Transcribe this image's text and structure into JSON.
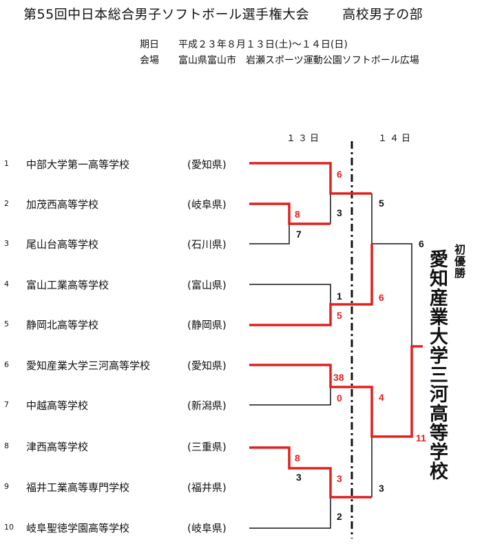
{
  "header": {
    "title": "第55回中日本総合男子ソフトボール選手権大会",
    "division": "高校男子の部",
    "date_label": "期日",
    "date_value": "平成２３年８月１３日(土)～１４日(日)",
    "venue_label": "会場",
    "venue_value": "富山県富山市　岩瀬スポーツ運動公園ソフトボール広場"
  },
  "days": {
    "day1": "１３日",
    "day2": "１４日"
  },
  "teams": [
    {
      "no": "1",
      "name": "中部大学第一高等学校",
      "pref": "(愛知県)"
    },
    {
      "no": "2",
      "name": "加茂西高等学校",
      "pref": "(岐阜県)"
    },
    {
      "no": "3",
      "name": "尾山台高等学校",
      "pref": "(石川県)"
    },
    {
      "no": "4",
      "name": "富山工業高等学校",
      "pref": "(富山県)"
    },
    {
      "no": "5",
      "name": "静岡北高等学校",
      "pref": "(静岡県)"
    },
    {
      "no": "6",
      "name": "愛知産業大学三河高等学校",
      "pref": "(愛知県)"
    },
    {
      "no": "7",
      "name": "中越高等学校",
      "pref": "(新潟県)"
    },
    {
      "no": "8",
      "name": "津西高等学校",
      "pref": "(三重県)"
    },
    {
      "no": "9",
      "name": "福井工業高等専門学校",
      "pref": "(福井県)"
    },
    {
      "no": "10",
      "name": "岐阜聖徳学園高等学校",
      "pref": "(岐阜県)"
    }
  ],
  "scores": {
    "r1_a_w": "8",
    "r1_a_l": "7",
    "r1_b_w": "8",
    "r1_b_l": "3",
    "r2_a_w": "6",
    "r2_a_l": "3",
    "r2_b_w": "5",
    "r2_b_l": "1",
    "r2_c_w": "38",
    "r2_c_l": "0",
    "r2_d_w": "3",
    "r2_d_l": "2",
    "sf_a_w": "6",
    "sf_a_l": "5",
    "sf_b_w": "4",
    "sf_b_l": "3",
    "final_w": "11",
    "final_l": "6"
  },
  "champion": {
    "label": "初優勝",
    "name": "愛知産業大学三河高等学校"
  },
  "colors": {
    "winner": "#e0201c",
    "loser": "#111111"
  }
}
